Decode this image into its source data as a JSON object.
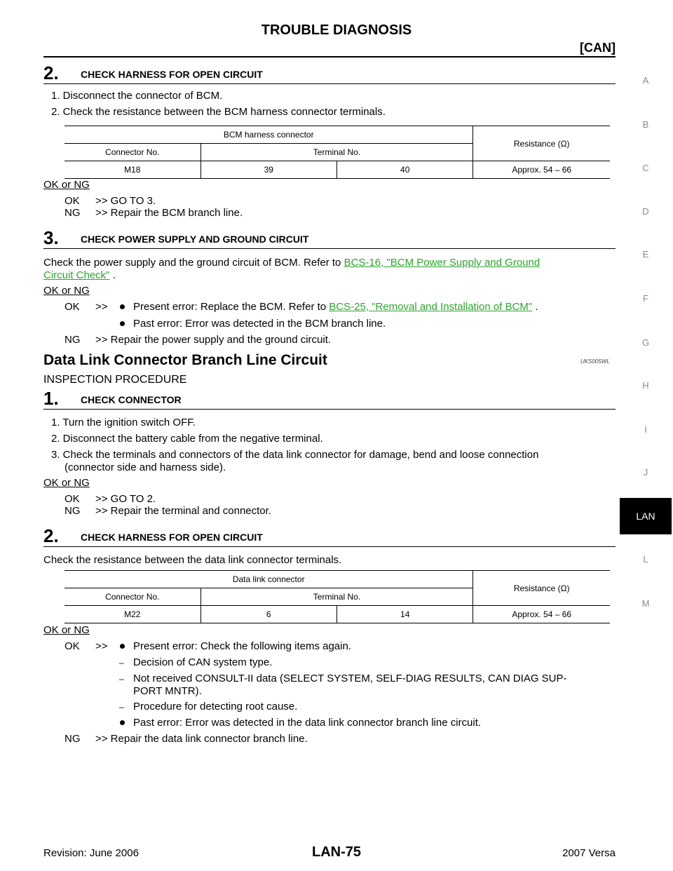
{
  "header": {
    "title": "TROUBLE DIAGNOSIS",
    "section": "[CAN]"
  },
  "side_index": [
    "A",
    "B",
    "C",
    "D",
    "E",
    "F",
    "G",
    "H",
    "I",
    "J",
    "LAN",
    "L",
    "M"
  ],
  "step2a": {
    "num": "2.",
    "title": "CHECK HARNESS FOR OPEN CIRCUIT",
    "lines": [
      "1. Disconnect the connector of BCM.",
      "2. Check the resistance between the BCM harness connector terminals."
    ],
    "table": {
      "group_header": "BCM harness connector",
      "resistance_header": "Resistance (Ω)",
      "connector_header": "Connector No.",
      "terminal_header": "Terminal No.",
      "row": [
        "M18",
        "39",
        "40",
        "Approx. 54 – 66"
      ]
    },
    "ok_ng": "OK or NG",
    "ok": "OK",
    "ok_text": ">> GO TO 3.",
    "ng": "NG",
    "ng_text": ">> Repair the BCM branch line."
  },
  "step3": {
    "num": "3.",
    "title": "CHECK POWER SUPPLY AND GROUND CIRCUIT",
    "text1": "Check the power supply and the ground circuit of BCM. Refer to",
    "link1a": "BCS-16, \"BCM Power Supply and Ground",
    "link1b": "Circuit Check\"",
    "text1_end": ".",
    "ok_ng": "OK or NG",
    "ok": "OK",
    "ok_arrow": ">>",
    "ok_b1": "Present error: Replace the BCM. Refer to",
    "ok_b1_link": "BCS-25, \"Removal and Installation of BCM\"",
    "ok_b1_end": ".",
    "ok_b2": "Past error: Error was detected in the BCM branch line.",
    "ng": "NG",
    "ng_text": ">> Repair the power supply and the ground circuit."
  },
  "section": {
    "title": "Data Link Connector Branch Line Circuit",
    "code": "UKS005WL",
    "subtitle": "INSPECTION PROCEDURE"
  },
  "step1": {
    "num": "1.",
    "title": "CHECK CONNECTOR",
    "lines": [
      "1. Turn the ignition switch OFF.",
      "2. Disconnect the battery cable from the negative terminal.",
      "3. Check the terminals and connectors of the data link connector for damage, bend and loose connection",
      "(connector side and harness side)."
    ],
    "ok_ng": "OK or NG",
    "ok": "OK",
    "ok_text": ">> GO TO 2.",
    "ng": "NG",
    "ng_text": ">> Repair the terminal and connector."
  },
  "step2b": {
    "num": "2.",
    "title": "CHECK HARNESS FOR OPEN CIRCUIT",
    "text": "Check the resistance between the data link connector terminals.",
    "table": {
      "group_header": "Data link connector",
      "resistance_header": "Resistance (Ω)",
      "connector_header": "Connector No.",
      "terminal_header": "Terminal No.",
      "row": [
        "M22",
        "6",
        "14",
        "Approx. 54 – 66"
      ]
    },
    "ok_ng": "OK or NG",
    "ok": "OK",
    "ok_arrow": ">>",
    "ok_b1": "Present error: Check the following items again.",
    "dash1": "Decision of CAN system type.",
    "dash2a": "Not received CONSULT-II data (SELECT SYSTEM, SELF-DIAG RESULTS, CAN DIAG SUP-",
    "dash2b": "PORT MNTR).",
    "dash3": "Procedure for detecting root cause.",
    "ok_b2": "Past error: Error was detected in the data link connector branch line circuit.",
    "ng": "NG",
    "ng_text": ">> Repair the data link connector branch line."
  },
  "footer": {
    "revision": "Revision: June 2006",
    "page": "LAN-75",
    "model": "2007 Versa"
  }
}
